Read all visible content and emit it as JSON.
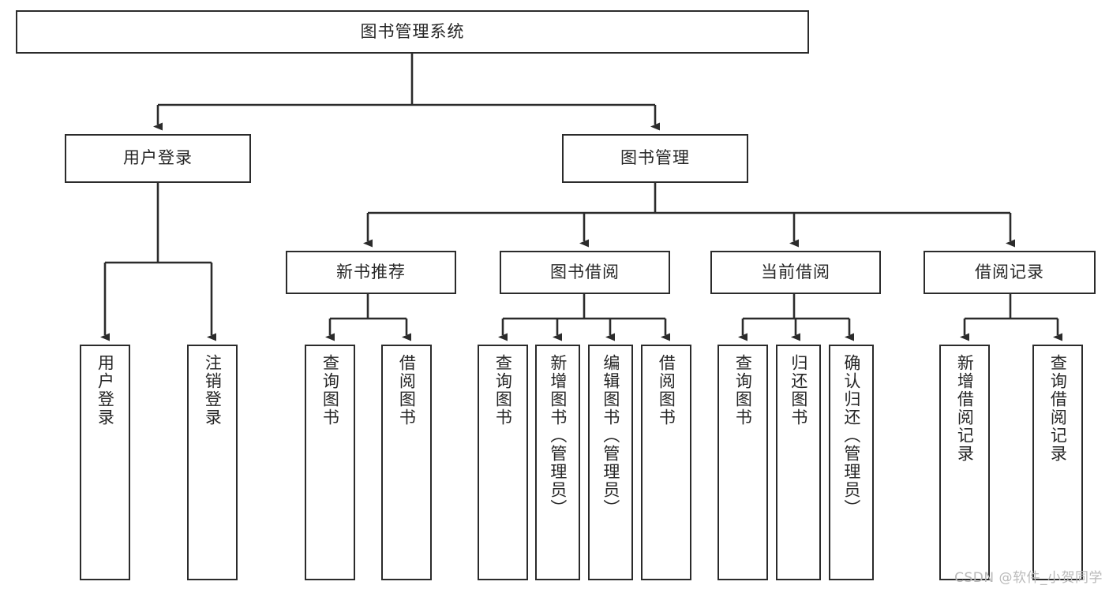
{
  "diagram": {
    "type": "tree-hierarchy-chart",
    "title_node": "图书管理系统",
    "watermark": "CSDN @软件_小贺同学",
    "colors": {
      "stroke": "#2b2b2b",
      "fill": "#ffffff",
      "text": "#262626",
      "watermark": "#b9b9b9"
    },
    "levels": {
      "level1": [
        "图书管理系统"
      ],
      "level2": [
        "用户登录",
        "图书管理"
      ],
      "level3": [
        "新书推荐",
        "图书借阅",
        "当前借阅",
        "借阅记录"
      ],
      "level4_groups": [
        {
          "parent": "用户登录",
          "children": [
            "用户登录",
            "注销登录"
          ]
        },
        {
          "parent": "新书推荐",
          "children": [
            "查询图书",
            "借阅图书"
          ]
        },
        {
          "parent": "图书借阅",
          "children": [
            "查询图书",
            "新增图书（管理员）",
            "编辑图书（管理员）",
            "借阅图书"
          ]
        },
        {
          "parent": "当前借阅",
          "children": [
            "查询图书",
            "归还图书",
            "确认归还（管理员）"
          ]
        },
        {
          "parent": "借阅记录",
          "children": [
            "新增借阅记录",
            "查询借阅记录"
          ]
        }
      ]
    },
    "nodes": {
      "root": "图书管理系统",
      "user_login": "用户登录",
      "book_manage": "图书管理",
      "new_book_rec": "新书推荐",
      "book_borrow": "图书借阅",
      "current_borrow": "当前借阅",
      "borrow_record": "借阅记录",
      "leaf_user_login": "用户登录",
      "leaf_logout": "注销登录",
      "leaf_query_book_a": "查询图书",
      "leaf_borrow_book_a": "借阅图书",
      "leaf_query_book_b": "查询图书",
      "leaf_add_book_admin": "新增图书（管理员）",
      "leaf_edit_book_admin": "编辑图书（管理员）",
      "leaf_borrow_book_b": "借阅图书",
      "leaf_query_book_c": "查询图书",
      "leaf_return_book": "归还图书",
      "leaf_confirm_return_admin": "确认归还（管理员）",
      "leaf_add_borrow_record": "新增借阅记录",
      "leaf_query_borrow_record": "查询借阅记录"
    }
  }
}
